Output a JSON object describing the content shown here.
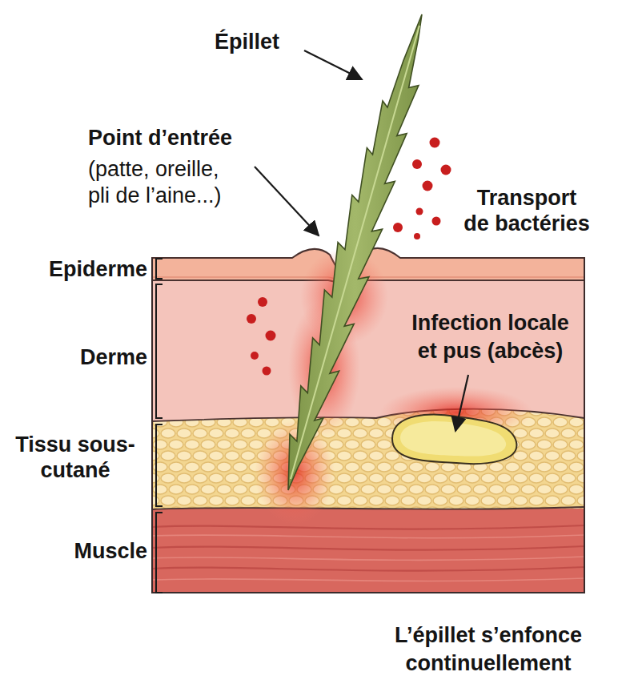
{
  "diagram": {
    "nodes": [
      {
        "text": [
          "Epiderme"
        ]
      },
      {
        "text": [
          "Derme"
        ]
      },
      {
        "text": [
          "Tissu sous-cutané"
        ]
      },
      {
        "text": [
          "Muscle"
        ]
      }
    ],
    "labels": [
      "Épillet",
      "Point d’entrée",
      "(patte, oreille, pli de l’aine...)",
      "Transport de bactéries",
      "Infection locale et pus (abcès)",
      "L’épillet s’enfonce continuellement"
    ]
  }
}
